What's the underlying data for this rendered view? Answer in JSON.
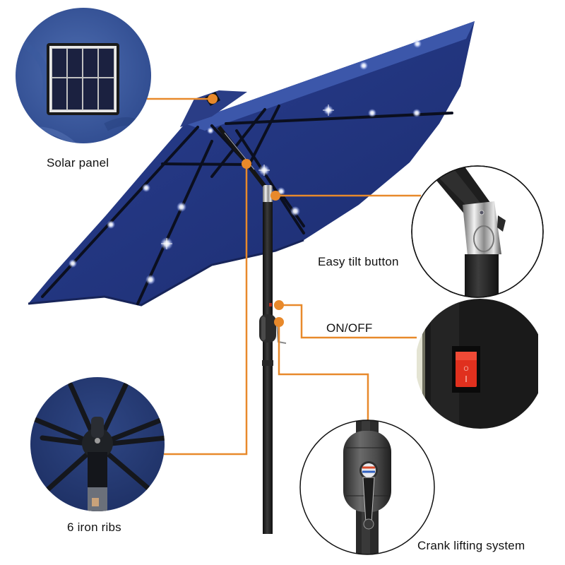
{
  "colors": {
    "background": "#ffffff",
    "callout_line": "#e8892b",
    "canopy_dark": "#1c2d6b",
    "canopy_mid": "#24398a",
    "canopy_light": "#3a56a8",
    "pole": "#1a1a1a",
    "switch_red": "#e0301e",
    "label_text": "#111111"
  },
  "product": {
    "canopy_color": "navy blue",
    "led_count_visible": 17
  },
  "callouts": [
    {
      "id": "solar-panel",
      "label": "Solar panel",
      "icon": "solar-panel-icon"
    },
    {
      "id": "easy-tilt",
      "label": "Easy tilt button",
      "icon": "tilt-joint-icon"
    },
    {
      "id": "on-off",
      "label": "ON/OFF",
      "icon": "power-switch-icon"
    },
    {
      "id": "iron-ribs",
      "label": "6 iron ribs",
      "icon": "ribs-hub-icon"
    },
    {
      "id": "crank",
      "label": "Crank lifting system",
      "icon": "crank-handle-icon"
    }
  ],
  "switch_symbols": {
    "off": "O",
    "on": "I"
  }
}
